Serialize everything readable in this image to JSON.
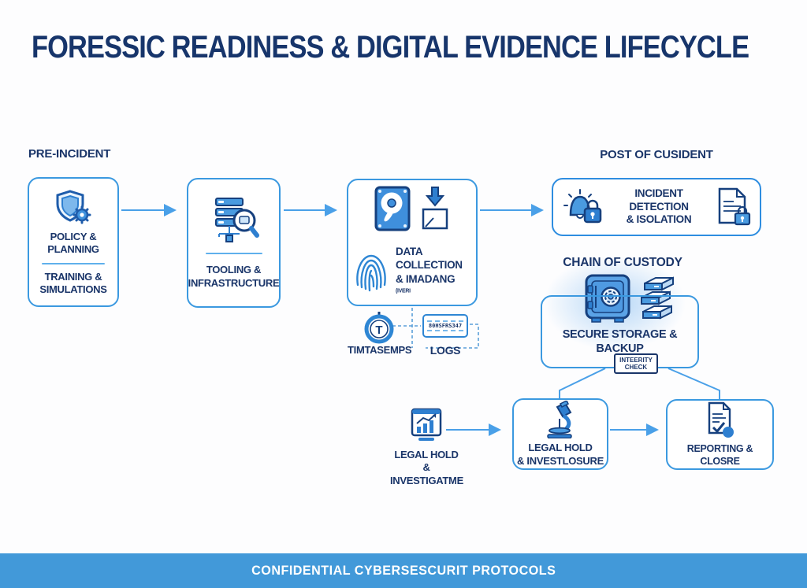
{
  "title": "FORESSIC READINESS  & DIGITAL EVIDENCE LIFECYCLE",
  "labels": {
    "pre_incident": "PRE-INCIDENT",
    "post_incident": "POST OF CUSIDENT",
    "chain_of_custody": "CHAIN OF CUSTODY"
  },
  "boxes": {
    "policy": {
      "title": "POLICY &\nPLANNING",
      "sub": "TRAINING &\nSIMULATIONS"
    },
    "tooling": {
      "label": "TOOLING &\nINFRASTRUCTURE"
    },
    "data_collection": {
      "line1": "DATA COLLECTION",
      "line2": "& IMADANG",
      "suffix": "(IVERI"
    },
    "incident": {
      "label": "INCIDENT DETECTION\n& ISOLATION"
    },
    "secure_storage": {
      "label": "SECURE STORAGE & BACKUP",
      "tag": "INTEERITY\nCHECK"
    },
    "legal_hold_annotation": {
      "label": "LEGAL HOLD\n& INVESTIGATME"
    },
    "legal_hold": {
      "label": "LEGAL HOLD\n& INVESTLOSURE"
    },
    "reporting": {
      "label": "REPORTING & CLOSRE"
    }
  },
  "annotations": {
    "timestamps": "TIMTASEMPS",
    "logs": "LOGS",
    "log_hash": "80HSFRS347"
  },
  "footer": {
    "text": "CONFIDENTIAL CYBERSESCURIT PROTOCOLS"
  },
  "colors": {
    "accent_border": "#3b99e0",
    "arrow": "#4aa0e8",
    "navy_text": "#1a3569",
    "icon_fill": "#4a9be0",
    "icon_outline": "#16407e",
    "banner": "#4299d9",
    "banner_text": "#ffffff"
  },
  "icons": [
    "shield-gear-icon",
    "server-search-icon",
    "harddrive-icon",
    "download-square-icon",
    "fingerprint-icon",
    "clock-timestamp-icon",
    "log-chip-icon",
    "bell-lock-icon",
    "document-lock-icon",
    "safe-vault-icon",
    "drive-stack-icon",
    "monitor-chart-icon",
    "microscope-icon",
    "document-check-icon"
  ]
}
